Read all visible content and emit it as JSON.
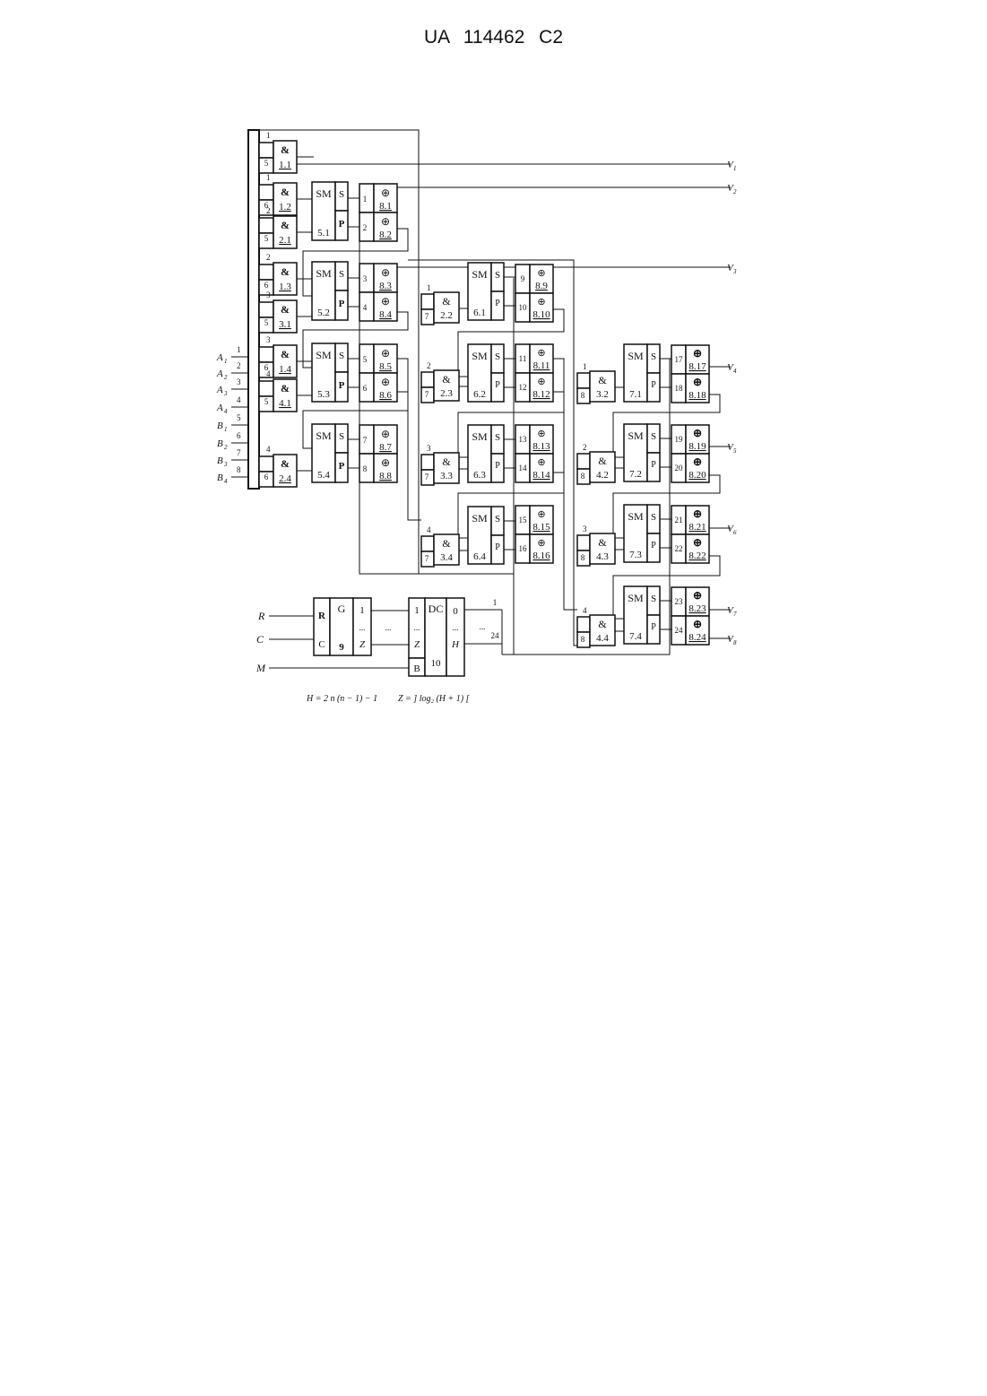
{
  "doc_header": "UA   114462   C2",
  "outputs": [
    "V1",
    "V2",
    "V3",
    "V4",
    "V5",
    "V6",
    "V7",
    "V8"
  ],
  "inputs": [
    "A1",
    "A2",
    "A3",
    "A4",
    "B1",
    "B2",
    "B3",
    "B4"
  ],
  "input_nums": [
    "1",
    "2",
    "3",
    "4",
    "5",
    "6",
    "7",
    "8"
  ],
  "and_stage1": [
    {
      "id": "1.1",
      "a": "1",
      "b": "5"
    },
    {
      "id": "1.2",
      "a": "1",
      "b": "6"
    },
    {
      "id": "2.1",
      "a": "2",
      "b": "5"
    },
    {
      "id": "1.3",
      "a": "2",
      "b": "6"
    },
    {
      "id": "3.1",
      "a": "3",
      "b": "5"
    },
    {
      "id": "1.4",
      "a": "3",
      "b": "6"
    },
    {
      "id": "4.1",
      "a": "4",
      "b": "5"
    },
    {
      "id": "2.4",
      "a": "4",
      "b": "6"
    }
  ],
  "and_stage2": [
    {
      "id": "2.2",
      "a": "1",
      "b": "7"
    },
    {
      "id": "2.3",
      "a": "2",
      "b": "7"
    },
    {
      "id": "3.3",
      "a": "3",
      "b": "7"
    },
    {
      "id": "3.4",
      "a": "4",
      "b": "7"
    }
  ],
  "and_stage3": [
    {
      "id": "3.2",
      "a": "1",
      "b": "8"
    },
    {
      "id": "4.2",
      "a": "2",
      "b": "8"
    },
    {
      "id": "4.3",
      "a": "3",
      "b": "8"
    },
    {
      "id": "4.4",
      "a": "4",
      "b": "8"
    }
  ],
  "sm1": [
    "5.1",
    "5.2",
    "5.3",
    "5.4"
  ],
  "sm2": [
    "6.1",
    "6.2",
    "6.3",
    "6.4"
  ],
  "sm3": [
    "7.1",
    "7.2",
    "7.3",
    "7.4"
  ],
  "xor_col1": [
    {
      "id": "8.1",
      "n": "1"
    },
    {
      "id": "8.2",
      "n": "2"
    },
    {
      "id": "8.3",
      "n": "3"
    },
    {
      "id": "8.4",
      "n": "4"
    },
    {
      "id": "8.5",
      "n": "5"
    },
    {
      "id": "8.6",
      "n": "6"
    },
    {
      "id": "8.7",
      "n": "7"
    },
    {
      "id": "8.8",
      "n": "8"
    }
  ],
  "xor_col2": [
    {
      "id": "8.9",
      "n": "9"
    },
    {
      "id": "8.10",
      "n": "10"
    },
    {
      "id": "8.11",
      "n": "11"
    },
    {
      "id": "8.12",
      "n": "12"
    },
    {
      "id": "8.13",
      "n": "13"
    },
    {
      "id": "8.14",
      "n": "14"
    },
    {
      "id": "8.15",
      "n": "15"
    },
    {
      "id": "8.16",
      "n": "16"
    }
  ],
  "xor_col3": [
    {
      "id": "8.17",
      "n": "17"
    },
    {
      "id": "8.18",
      "n": "18"
    },
    {
      "id": "8.19",
      "n": "19"
    },
    {
      "id": "8.20",
      "n": "20"
    },
    {
      "id": "8.21",
      "n": "21"
    },
    {
      "id": "8.22",
      "n": "22"
    },
    {
      "id": "8.23",
      "n": "23"
    },
    {
      "id": "8.24",
      "n": "24"
    }
  ],
  "labels": {
    "and": "&",
    "sm": "SM",
    "s": "S",
    "p": "P",
    "xor": "⊕"
  },
  "control": {
    "R": "R",
    "C": "C",
    "M": "M",
    "gen_label": "G",
    "gen_num": "9",
    "gen_first": "1",
    "gen_last": "Z",
    "gen_r": "R",
    "gen_c": "C",
    "dc_label": "DC",
    "dc_num": "10",
    "dc_in_first": "1",
    "dc_in_last": "Z",
    "dc_b": "B",
    "dc_out_first": "0",
    "dc_out_last": "H",
    "bus_first": "1",
    "bus_last": "24",
    "dots": "...",
    "mid_dots": "..."
  },
  "formula_h": "H = 2 n (n − 1) − 1",
  "formula_z": "Z = ] log₂ (H + 1) ["
}
